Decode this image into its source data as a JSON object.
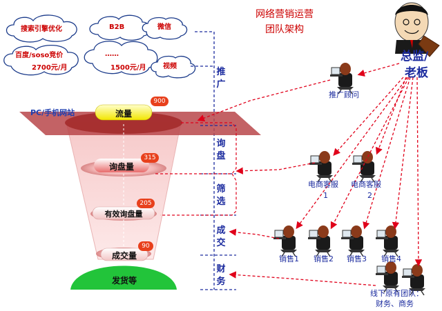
{
  "title_lines": [
    "网络营销运营",
    "团队架构"
  ],
  "clouds": [
    {
      "label": "搜索引擎优化"
    },
    {
      "label": "B2B"
    },
    {
      "label": "微信"
    },
    {
      "label": "百度/soso竞价",
      "sub": "2700元/月"
    },
    {
      "label": "……",
      "sub": "1500元/月"
    },
    {
      "label": "视频"
    }
  ],
  "platform_label": "PC/手机网站",
  "tiers": [
    {
      "label": "流量",
      "count": "900"
    },
    {
      "label": "询盘量",
      "count": "315"
    },
    {
      "label": "有效询盘量",
      "count": "205"
    },
    {
      "label": "成交量",
      "count": "90"
    },
    {
      "label": "发货等"
    }
  ],
  "stages": [
    {
      "chars": [
        "推",
        "广"
      ]
    },
    {
      "chars": [
        "询",
        "盘"
      ]
    },
    {
      "chars": [
        "筛",
        "选"
      ]
    },
    {
      "chars": [
        "成",
        "交"
      ]
    },
    {
      "chars": [
        "财",
        "务"
      ]
    }
  ],
  "boss_label_lines": [
    "总监/",
    "老板"
  ],
  "people": {
    "promoter": "推广顾问",
    "cs1": [
      "电商客服",
      "1"
    ],
    "cs2": [
      "电商客服",
      "2"
    ],
    "sales": [
      "销售1",
      "销售2",
      "销售3",
      "销售4"
    ],
    "offline": [
      "线下原有团队：",
      "财务、商务"
    ]
  },
  "colors": {
    "arrow_red": "#e0001a",
    "dash_blue": "#1a2a9e",
    "cloud_border": "#1a3a8a",
    "platform": "#b23a3a",
    "ground_green": "#22c43a",
    "badge": "#e8401c"
  }
}
